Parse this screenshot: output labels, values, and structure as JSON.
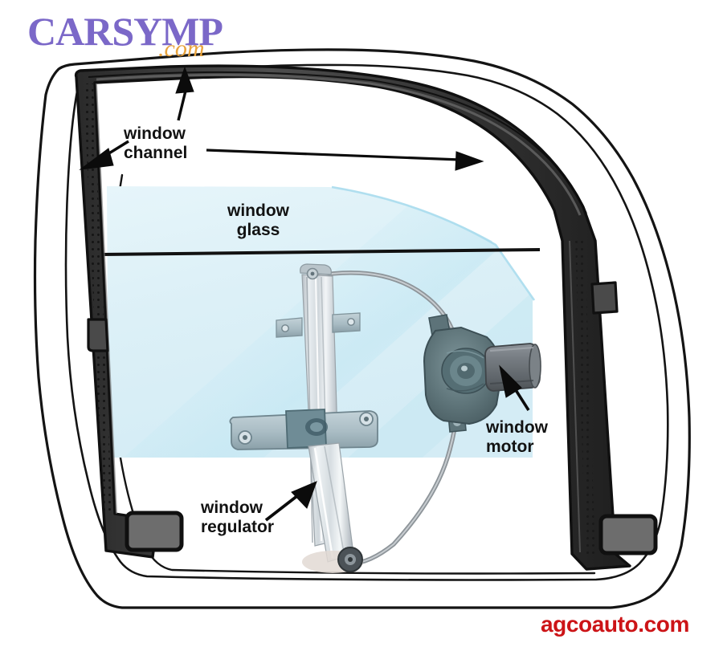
{
  "figure": {
    "subject": "car-door-window-assembly-diagram",
    "background_color": "#ffffff"
  },
  "brand": {
    "name": "CARSYMP",
    "tld": ".com",
    "name_color": "#7b68c8",
    "tld_color": "#e8a33d"
  },
  "labels": {
    "window_channel": "window\nchannel",
    "window_glass": "window\nglass",
    "window_motor": "window\nmotor",
    "window_regulator": "window\nregulator"
  },
  "footer": {
    "watermark": "agcoauto.com",
    "watermark_color": "#cc1417"
  },
  "colors": {
    "door_outline": "#1a1a1a",
    "window_channel": "#3b3b3b",
    "channel_highlight": "#565656",
    "glass": "#ddf1f7",
    "glass_tint": "#c9e9f4",
    "regulator_rail": "#c9cfd4",
    "regulator_rail_light": "#e8ecef",
    "motor_body": "#6f7479",
    "gear_housing": "#5d7379",
    "bracket": "#a8b9c0",
    "cable": "#8d9499",
    "channel_end_block": "#6d6d6d"
  }
}
